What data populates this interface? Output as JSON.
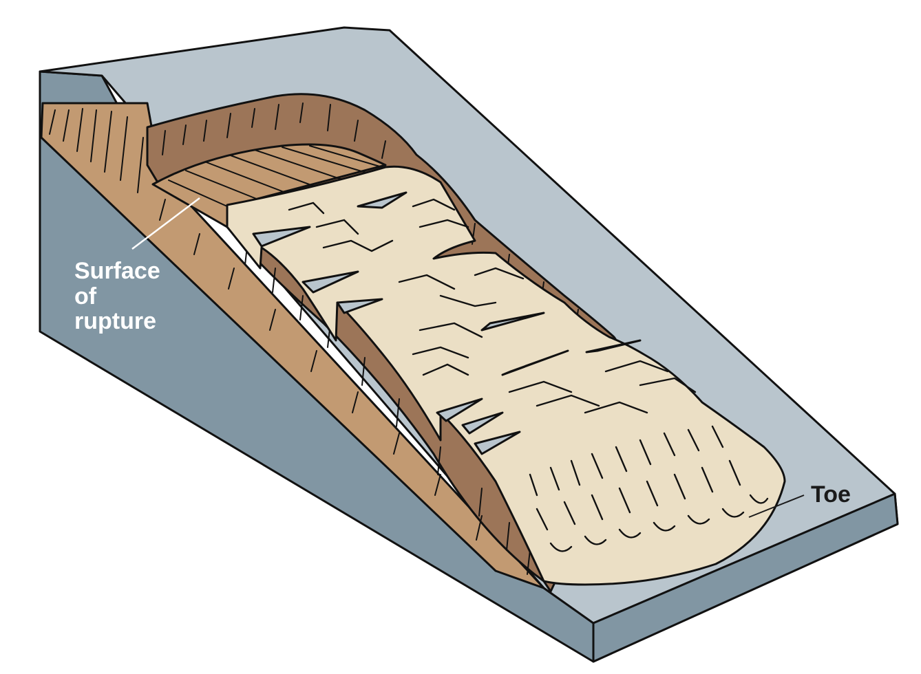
{
  "labels": {
    "surface_of_rupture": [
      "Surface",
      "of",
      "rupture"
    ],
    "toe": "Toe"
  },
  "colors": {
    "block_front": "#8196a3",
    "block_top": "#b9c5cd",
    "displaced_material": "#ebdfc5",
    "scarp_soil": "#9c7558",
    "rupture_surface": "#c29a72",
    "outline": "#111111"
  }
}
